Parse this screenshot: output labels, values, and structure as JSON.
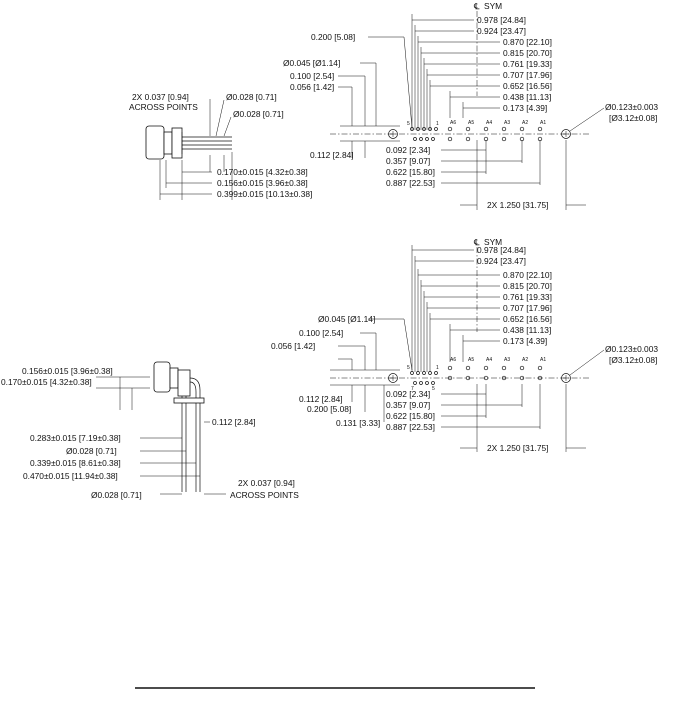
{
  "symbols": {
    "centerline": "℄",
    "sym": "SYM"
  },
  "top_view": {
    "dims_right": [
      "0.978 [24.84]",
      "0.924 [23.47]",
      "0.870 [22.10]",
      "0.815 [20.70]",
      "0.761 [19.33]",
      "0.707 [17.96]",
      "0.652 [16.56]",
      "0.438 [11.13]",
      "0.173 [4.39]"
    ],
    "dims_left": [
      "0.200 [5.08]",
      "Ø0.045 [Ø1.14]",
      "0.100 [2.54]",
      "0.056 [1.42]"
    ],
    "dims_bottom": [
      "0.092 [2.34]",
      "0.357 [9.07]",
      "0.622 [15.80]",
      "0.887 [22.53]"
    ],
    "span": "2X 1.250 [31.75]",
    "hole": [
      "Ø0.123±0.003",
      "[Ø3.12±0.08]"
    ],
    "pin_labels": [
      "A6",
      "A5",
      "A4",
      "A3",
      "A2",
      "A1"
    ],
    "pin_numbers": [
      "1",
      "5"
    ],
    "row_offset": "0.112 [2.84]"
  },
  "top_side": {
    "across": [
      "2X 0.037 [0.94]",
      "ACROSS POINTS"
    ],
    "pin1": "Ø0.028 [0.71]",
    "pin2": "Ø0.028 [0.71]",
    "d1": "0.170±0.015 [4.32±0.38]",
    "d2": "0.156±0.015 [3.96±0.38]",
    "d3": "0.399±0.015 [10.13±0.38]"
  },
  "bottom_view": {
    "dims_right": [
      "0.978 [24.84]",
      "0.924 [23.47]",
      "0.870 [22.10]",
      "0.815 [20.70]",
      "0.761 [19.33]",
      "0.707 [17.96]",
      "0.652 [16.56]",
      "0.438 [11.13]",
      "0.173 [4.39]"
    ],
    "dims_left": [
      "Ø0.045 [Ø1.14]",
      "0.100 [2.54]",
      "0.056 [1.42]"
    ],
    "dims_bottom_left": [
      "0.112 [2.84]",
      "0.200 [5.08]",
      "0.131 [3.33]"
    ],
    "dims_bottom": [
      "0.092 [2.34]",
      "0.357 [9.07]",
      "0.622 [15.80]",
      "0.887 [22.53]"
    ],
    "span": "2X 1.250 [31.75]",
    "hole": [
      "Ø0.123±0.003",
      "[Ø3.12±0.08]"
    ],
    "pin_labels": [
      "A6",
      "A5",
      "A4",
      "A3",
      "A2",
      "A1"
    ],
    "pin_numbers": [
      "1",
      "5"
    ],
    "row_numbers": [
      "7",
      "5"
    ]
  },
  "bottom_side": {
    "d1": "0.156±0.015 [3.96±0.38]",
    "d2": "0.170±0.015 [4.32±0.38]",
    "d3": "0.112 [2.84]",
    "d4": "0.283±0.015 [7.19±0.38]",
    "pin1": "Ø0.028 [0.71]",
    "d5": "0.339±0.015 [8.61±0.38]",
    "d6": "0.470±0.015 [11.94±0.38]",
    "across": [
      "2X 0.037 [0.94]",
      "ACROSS POINTS"
    ],
    "pin2": "Ø0.028 [0.71]"
  }
}
